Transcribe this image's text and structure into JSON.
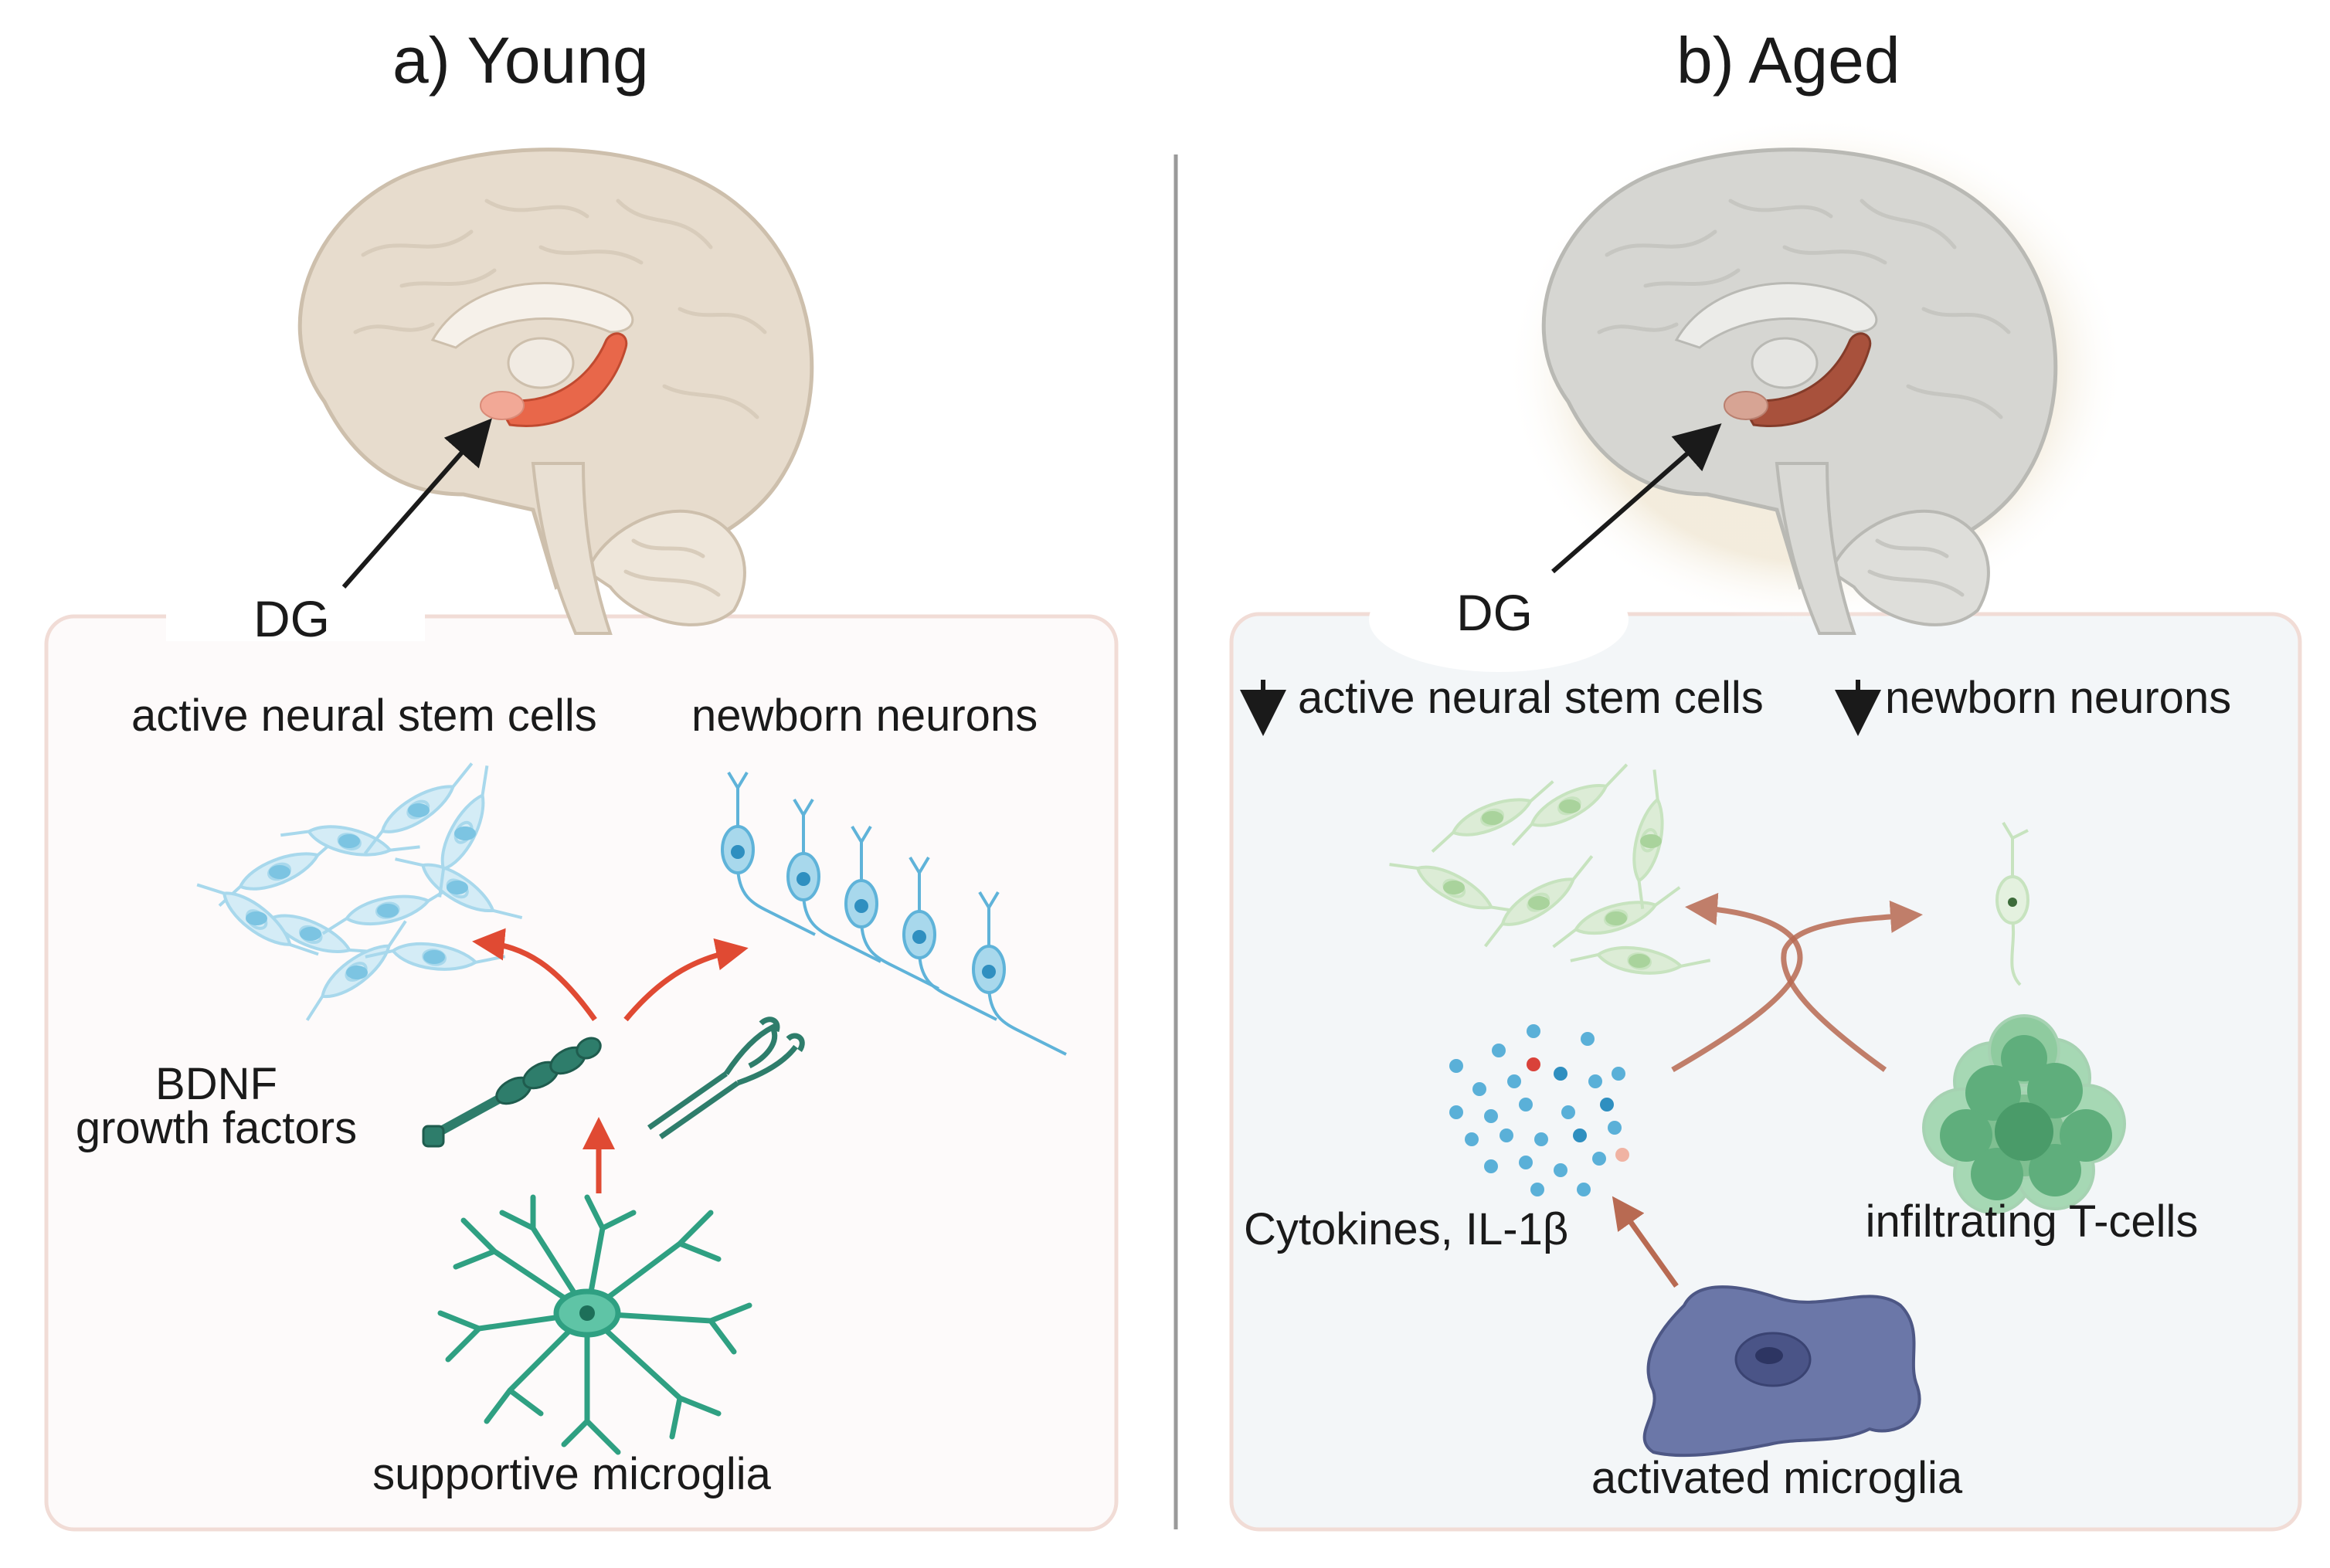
{
  "panels": {
    "young": {
      "title": "a) Young",
      "region_label": "DG",
      "stem_cells_label": "active neural stem cells",
      "newborn_label": "newborn neurons",
      "factors_label_line1": "BDNF",
      "factors_label_line2": "growth factors",
      "microglia_label": "supportive microglia"
    },
    "aged": {
      "title": "b) Aged",
      "region_label": "DG",
      "stem_cells_label": "active neural stem cells",
      "newborn_label": "newborn neurons",
      "cytokines_label": "Cytokines, IL-1β",
      "tcells_label": "infiltrating T-cells",
      "microglia_label": "activated microglia"
    }
  },
  "colors": {
    "young_arrows": "#e04a33",
    "aged_arrows": "#b86a52",
    "stem_cells_young": "#a8d8ec",
    "neurons_young": "#5fb3d9",
    "stem_cells_aged": "#c7e3bf",
    "microglia_young": "#2fa082",
    "microglia_aged": "#6b77a8",
    "tcells": "#5fae7c",
    "aged_panel_bg": "#f3f6f8",
    "hippocampus_young": "#e8674a",
    "hippocampus_aged": "#a8513c"
  }
}
